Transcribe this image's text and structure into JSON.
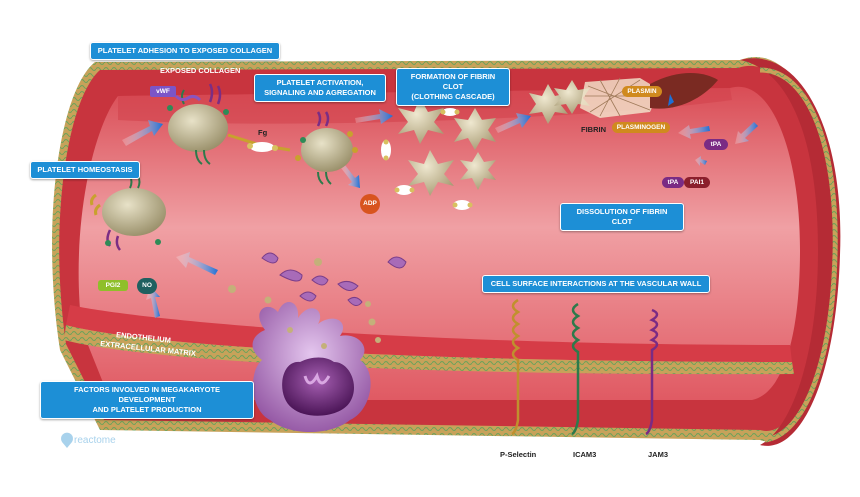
{
  "boxes": {
    "adhesion": "PLATELET ADHESION TO EXPOSED COLLAGEN",
    "activation": "PLATELET ACTIVATION,\nSIGNALING AND AGREGATION",
    "fibrin_clot": "FORMATION OF FIBRIN CLOT\n(CLOTHING CASCADE)",
    "homeostasis": "Platelet homeostasis",
    "dissolution": "DISSOLUTION OF FIBRIN CLOT",
    "cell_surface": "CELL SURFACE INTERACTIONS AT THE VASCULAR WALL",
    "megakaryocyte": "FACTORS INVOLVED IN MEGAKARYOTE DEVELOPMENT\nAND PLATELET PRODUCTION"
  },
  "labels": {
    "exposed_collagen": "EXPOSED COLLAGEN",
    "vwf": "vWF",
    "fg": "Fg",
    "adp": "ADP",
    "plasmin": "PLASMIN",
    "fibrin": "FIBRIN",
    "plasminogen": "PLASMINOGEN",
    "tpa": "tPA",
    "tpa2": "tPA",
    "pai1": "PAI1",
    "pgi2": "PGI2",
    "no": "NO",
    "endothelium": "ENDOTHELIUM",
    "extracellular_matrix": "EXTRACELLULAR MATRIX",
    "p_selectin": "P-Selectin",
    "icam3": "ICAM3",
    "jam3": "JAM3",
    "logo": "reactome"
  },
  "colors": {
    "vessel_lumen": "#e8737a",
    "vessel_wall": "#c8343e",
    "extracellular_matrix": "#b98a4a",
    "box_blue": "#1d8fd6",
    "platelet": "#b6ad8c",
    "megakaryocyte": "#9b59a8",
    "p_selectin": "#a87c2e",
    "icam3": "#2d7a4b",
    "jam3": "#7a2b84"
  }
}
